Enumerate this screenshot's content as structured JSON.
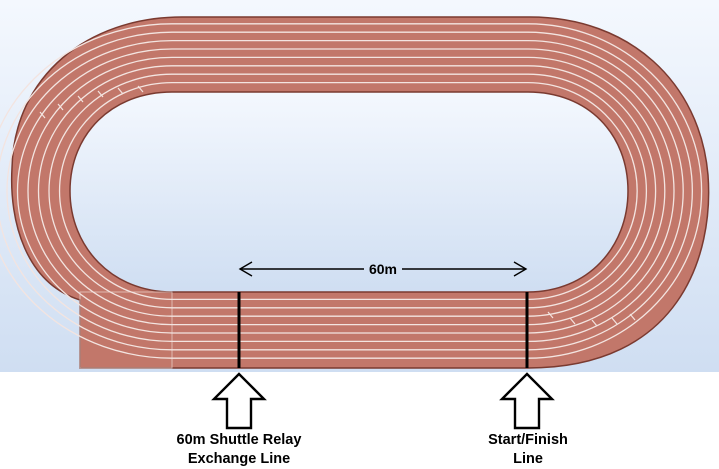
{
  "diagram": {
    "distance_label": "60m",
    "exchange_line_label": [
      "60m Shuttle Relay",
      "Exchange Line"
    ],
    "start_finish_label": [
      "Start/Finish",
      "Line"
    ]
  },
  "colors": {
    "sky_top": "#f4f8fe",
    "sky_bottom": "#cfdef2",
    "track": "#c2776a",
    "track_dark": "#b3685c",
    "lane_line": "#f3e4e0",
    "outline": "#7a3a30",
    "marker_line": "#000000"
  }
}
